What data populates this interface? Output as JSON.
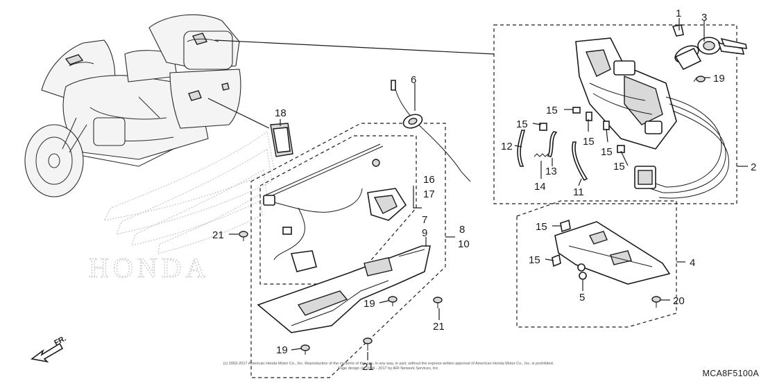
{
  "diagram_code": "MCA8F5100A",
  "copyright_lines": [
    "(c) 2002-2017 American Honda Motor Co., Inc. Reproduction of the contents of this site, in any way, in part, without the express written approval of American Honda Motor Co., Inc. is prohibited.",
    "Page design (c) 2004 - 2017 by ARI Network Services, Inc."
  ],
  "watermark": "HONDA",
  "direction_label": "FR.",
  "callouts": {
    "c1": "1",
    "c2": "2",
    "c3": "3",
    "c4": "4",
    "c5": "5",
    "c6": "6",
    "c7": "7",
    "c8": "8",
    "c9": "9",
    "c10": "10",
    "c11": "11",
    "c12": "12",
    "c13": "13",
    "c14": "14",
    "c15a": "15",
    "c15b": "15",
    "c15c": "15",
    "c15d": "15",
    "c15e": "15",
    "c15f": "15",
    "c15g": "15",
    "c16": "16",
    "c17": "17",
    "c18": "18",
    "c19a": "19",
    "c19b": "19",
    "c19c": "19",
    "c20": "20",
    "c21a": "21",
    "c21b": "21",
    "c21c": "21"
  }
}
